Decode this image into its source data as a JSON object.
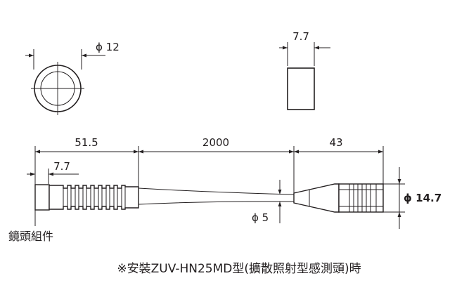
{
  "front_view": {
    "diameter_label": "ϕ 12"
  },
  "side_view": {
    "width_label": "7.7"
  },
  "main_view": {
    "dims": {
      "lens_length": "51.5",
      "cable_length": "2000",
      "connector_length": "43",
      "tip_length": "7.7",
      "cable_diameter": "ϕ 5",
      "connector_diameter": "ϕ 14.7"
    },
    "part_label": "鏡頭組件"
  },
  "caption": "※安裝ZUV-HN25MD型(擴散照射型感測頭)時"
}
